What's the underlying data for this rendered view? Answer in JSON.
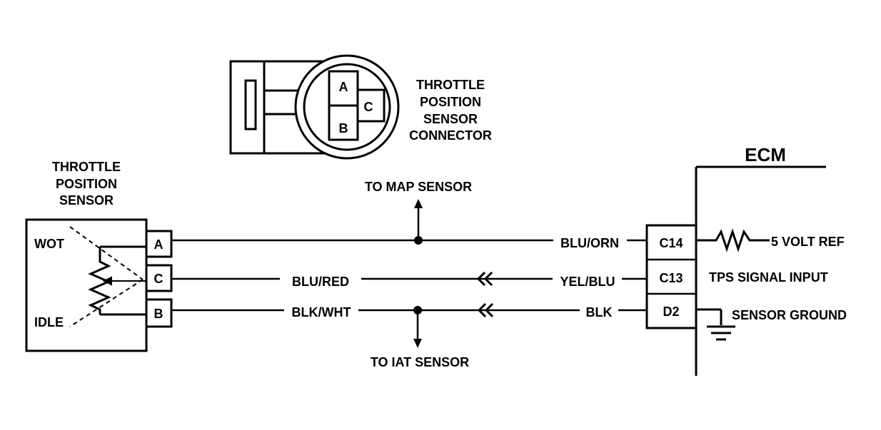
{
  "connector_view": {
    "title_lines": [
      "THROTTLE",
      "POSITION",
      "SENSOR",
      "CONNECTOR"
    ],
    "pins": [
      "A",
      "B",
      "C"
    ]
  },
  "tps": {
    "title_lines": [
      "THROTTLE",
      "POSITION",
      "SENSOR"
    ],
    "wot_label": "WOT",
    "idle_label": "IDLE",
    "pins": [
      "A",
      "C",
      "B"
    ]
  },
  "ecm": {
    "title": "ECM",
    "pins": [
      "C14",
      "C13",
      "D2"
    ],
    "functions": [
      "5 VOLT REF",
      "TPS SIGNAL INPUT",
      "SENSOR GROUND"
    ]
  },
  "wires": {
    "blu_orn": "BLU/ORN",
    "blu_red": "BLU/RED",
    "yel_blu": "YEL/BLU",
    "blk_wht": "BLK/WHT",
    "blk": "BLK"
  },
  "branches": {
    "map": "TO MAP SENSOR",
    "iat": "TO IAT SENSOR"
  }
}
